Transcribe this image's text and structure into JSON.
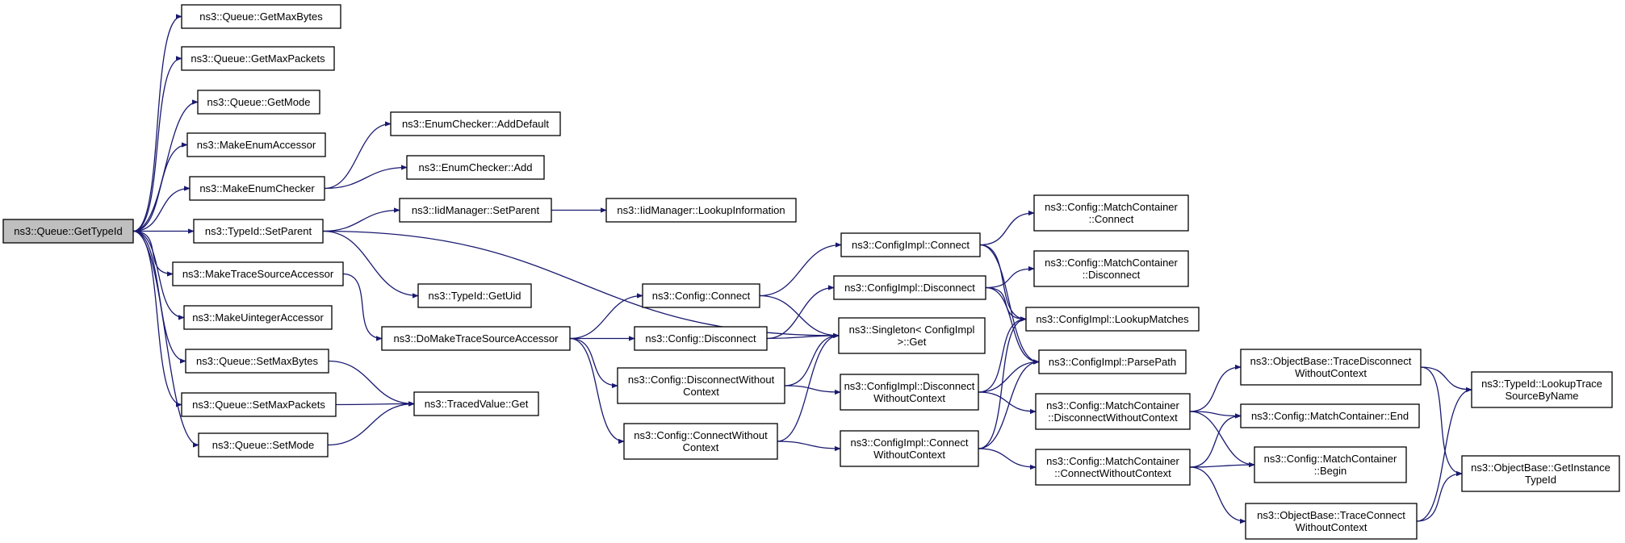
{
  "graph": {
    "root": "root",
    "nodes": [
      {
        "id": "root",
        "lines": [
          "ns3::Queue::GetTypeId"
        ],
        "root": true
      },
      {
        "id": "qGetMaxBytes",
        "lines": [
          "ns3::Queue::GetMaxBytes"
        ]
      },
      {
        "id": "qGetMaxPackets",
        "lines": [
          "ns3::Queue::GetMaxPackets"
        ]
      },
      {
        "id": "qGetMode",
        "lines": [
          "ns3::Queue::GetMode"
        ]
      },
      {
        "id": "makeEnumAccessor",
        "lines": [
          "ns3::MakeEnumAccessor"
        ]
      },
      {
        "id": "makeEnumChecker",
        "lines": [
          "ns3::MakeEnumChecker"
        ]
      },
      {
        "id": "typeIdSetParent",
        "lines": [
          "ns3::TypeId::SetParent"
        ]
      },
      {
        "id": "makeTraceSourceAccessor",
        "lines": [
          "ns3::MakeTraceSourceAccessor"
        ]
      },
      {
        "id": "makeUintegerAccessor",
        "lines": [
          "ns3::MakeUintegerAccessor"
        ]
      },
      {
        "id": "qSetMaxBytes",
        "lines": [
          "ns3::Queue::SetMaxBytes"
        ]
      },
      {
        "id": "qSetMaxPackets",
        "lines": [
          "ns3::Queue::SetMaxPackets"
        ]
      },
      {
        "id": "qSetMode",
        "lines": [
          "ns3::Queue::SetMode"
        ]
      },
      {
        "id": "enumAddDefault",
        "lines": [
          "ns3::EnumChecker::AddDefault"
        ]
      },
      {
        "id": "enumAdd",
        "lines": [
          "ns3::EnumChecker::Add"
        ]
      },
      {
        "id": "iidSetParent",
        "lines": [
          "ns3::IidManager::SetParent"
        ]
      },
      {
        "id": "iidLookupInfo",
        "lines": [
          "ns3::IidManager::LookupInformation"
        ]
      },
      {
        "id": "typeIdGetUid",
        "lines": [
          "ns3::TypeId::GetUid"
        ]
      },
      {
        "id": "doMakeTSA",
        "lines": [
          "ns3::DoMakeTraceSourceAccessor"
        ]
      },
      {
        "id": "tracedValueGet",
        "lines": [
          "ns3::TracedValue::Get"
        ]
      },
      {
        "id": "cfgConnect",
        "lines": [
          "ns3::Config::Connect"
        ]
      },
      {
        "id": "cfgDisconnect",
        "lines": [
          "ns3::Config::Disconnect"
        ]
      },
      {
        "id": "cfgDisconnectWC",
        "lines": [
          "ns3::Config::DisconnectWithout",
          "Context"
        ]
      },
      {
        "id": "cfgConnectWC",
        "lines": [
          "ns3::Config::ConnectWithout",
          "Context"
        ]
      },
      {
        "id": "implConnect",
        "lines": [
          "ns3::ConfigImpl::Connect"
        ]
      },
      {
        "id": "implDisconnect",
        "lines": [
          "ns3::ConfigImpl::Disconnect"
        ]
      },
      {
        "id": "singletonGet",
        "lines": [
          "ns3::Singleton< ConfigImpl",
          ">::Get"
        ]
      },
      {
        "id": "implDisconnectWC",
        "lines": [
          "ns3::ConfigImpl::Disconnect",
          "WithoutContext"
        ]
      },
      {
        "id": "implConnectWC",
        "lines": [
          "ns3::ConfigImpl::Connect",
          "WithoutContext"
        ]
      },
      {
        "id": "mcConnect",
        "lines": [
          "ns3::Config::MatchContainer",
          "::Connect"
        ]
      },
      {
        "id": "mcDisconnect",
        "lines": [
          "ns3::Config::MatchContainer",
          "::Disconnect"
        ]
      },
      {
        "id": "lookupMatches",
        "lines": [
          "ns3::ConfigImpl::LookupMatches"
        ]
      },
      {
        "id": "parsePath",
        "lines": [
          "ns3::ConfigImpl::ParsePath"
        ]
      },
      {
        "id": "mcDisconnectWC",
        "lines": [
          "ns3::Config::MatchContainer",
          "::DisconnectWithoutContext"
        ]
      },
      {
        "id": "mcConnectWC",
        "lines": [
          "ns3::Config::MatchContainer",
          "::ConnectWithoutContext"
        ]
      },
      {
        "id": "obTraceDisconnectWC",
        "lines": [
          "ns3::ObjectBase::TraceDisconnect",
          "WithoutContext"
        ]
      },
      {
        "id": "mcEnd",
        "lines": [
          "ns3::Config::MatchContainer::End"
        ]
      },
      {
        "id": "mcBegin",
        "lines": [
          "ns3::Config::MatchContainer",
          "::Begin"
        ]
      },
      {
        "id": "obTraceConnectWC",
        "lines": [
          "ns3::ObjectBase::TraceConnect",
          "WithoutContext"
        ]
      },
      {
        "id": "lookupTraceSource",
        "lines": [
          "ns3::TypeId::LookupTrace",
          "SourceByName"
        ]
      },
      {
        "id": "getInstanceTypeId",
        "lines": [
          "ns3::ObjectBase::GetInstance",
          "TypeId"
        ]
      }
    ],
    "edges": [
      [
        "root",
        "qGetMaxBytes"
      ],
      [
        "root",
        "qGetMaxPackets"
      ],
      [
        "root",
        "qGetMode"
      ],
      [
        "root",
        "makeEnumAccessor"
      ],
      [
        "root",
        "makeEnumChecker"
      ],
      [
        "root",
        "typeIdSetParent"
      ],
      [
        "root",
        "makeTraceSourceAccessor"
      ],
      [
        "root",
        "makeUintegerAccessor"
      ],
      [
        "root",
        "qSetMaxBytes"
      ],
      [
        "root",
        "qSetMaxPackets"
      ],
      [
        "root",
        "qSetMode"
      ],
      [
        "makeEnumChecker",
        "enumAddDefault"
      ],
      [
        "makeEnumChecker",
        "enumAdd"
      ],
      [
        "typeIdSetParent",
        "iidSetParent"
      ],
      [
        "typeIdSetParent",
        "typeIdGetUid"
      ],
      [
        "typeIdSetParent",
        "singletonGet"
      ],
      [
        "iidSetParent",
        "iidLookupInfo"
      ],
      [
        "makeTraceSourceAccessor",
        "doMakeTSA"
      ],
      [
        "qSetMaxBytes",
        "tracedValueGet"
      ],
      [
        "qSetMaxPackets",
        "tracedValueGet"
      ],
      [
        "qSetMode",
        "tracedValueGet"
      ],
      [
        "doMakeTSA",
        "cfgConnect"
      ],
      [
        "doMakeTSA",
        "cfgDisconnect"
      ],
      [
        "doMakeTSA",
        "cfgDisconnectWC"
      ],
      [
        "doMakeTSA",
        "cfgConnectWC"
      ],
      [
        "cfgConnect",
        "implConnect"
      ],
      [
        "cfgConnect",
        "singletonGet"
      ],
      [
        "cfgDisconnect",
        "implDisconnect"
      ],
      [
        "cfgDisconnect",
        "singletonGet"
      ],
      [
        "cfgDisconnectWC",
        "singletonGet"
      ],
      [
        "cfgDisconnectWC",
        "implDisconnectWC"
      ],
      [
        "cfgConnectWC",
        "singletonGet"
      ],
      [
        "cfgConnectWC",
        "implConnectWC"
      ],
      [
        "implConnect",
        "mcConnect"
      ],
      [
        "implConnect",
        "lookupMatches"
      ],
      [
        "implConnect",
        "parsePath"
      ],
      [
        "implDisconnect",
        "mcDisconnect"
      ],
      [
        "implDisconnect",
        "lookupMatches"
      ],
      [
        "implDisconnect",
        "parsePath"
      ],
      [
        "implDisconnectWC",
        "lookupMatches"
      ],
      [
        "implDisconnectWC",
        "parsePath"
      ],
      [
        "implDisconnectWC",
        "mcDisconnectWC"
      ],
      [
        "implConnectWC",
        "lookupMatches"
      ],
      [
        "implConnectWC",
        "parsePath"
      ],
      [
        "implConnectWC",
        "mcConnectWC"
      ],
      [
        "mcDisconnectWC",
        "obTraceDisconnectWC"
      ],
      [
        "mcDisconnectWC",
        "mcEnd"
      ],
      [
        "mcDisconnectWC",
        "mcBegin"
      ],
      [
        "mcConnectWC",
        "mcEnd"
      ],
      [
        "mcConnectWC",
        "mcBegin"
      ],
      [
        "mcConnectWC",
        "obTraceConnectWC"
      ],
      [
        "obTraceDisconnectWC",
        "lookupTraceSource"
      ],
      [
        "obTraceDisconnectWC",
        "getInstanceTypeId"
      ],
      [
        "obTraceConnectWC",
        "lookupTraceSource"
      ],
      [
        "obTraceConnectWC",
        "getInstanceTypeId"
      ]
    ]
  }
}
